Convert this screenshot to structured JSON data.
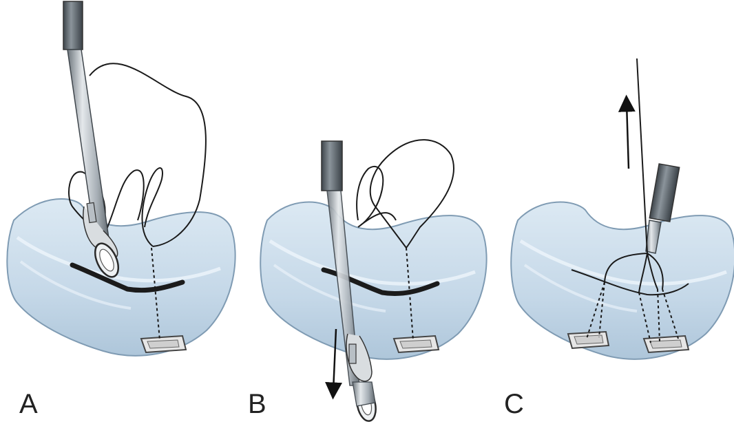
{
  "panels": [
    {
      "label": "A"
    },
    {
      "label": "B"
    },
    {
      "label": "C"
    }
  ],
  "colors": {
    "tissue": "#c9dceb",
    "tissue_edge": "#7f9bb3",
    "tissue_highlight": "#e8f1f8",
    "instrument": "#9aa3aa",
    "instrument_dark": "#4a5158",
    "suture": "#1a1a1a",
    "tear": "#1b1b1b",
    "anchor": "#e6e6e6"
  },
  "icons": [
    "arrow-down-icon",
    "arrow-up-icon"
  ]
}
